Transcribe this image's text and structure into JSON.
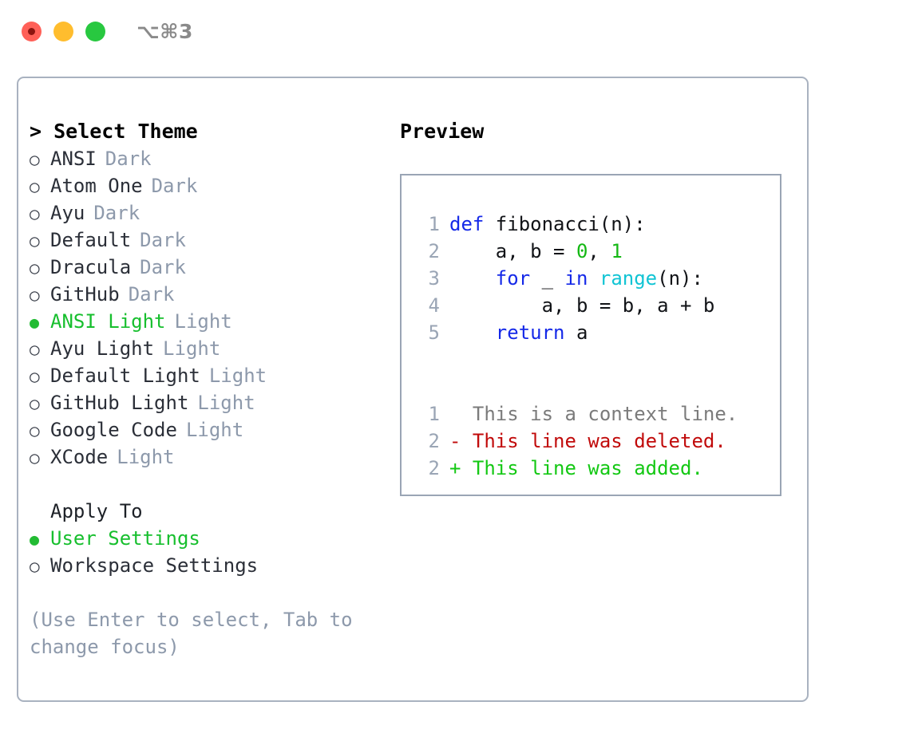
{
  "window": {
    "shortcut_label": "⌥⌘3",
    "traffic_lights": [
      {
        "name": "close-button",
        "color": "#ff6058"
      },
      {
        "name": "minimize-button",
        "color": "#ffbd2e"
      },
      {
        "name": "zoom-button",
        "color": "#28c840"
      }
    ]
  },
  "theme_pane": {
    "heading": "> Select Theme",
    "themes": [
      {
        "bullet": "○",
        "name": "ANSI",
        "kind": "Dark",
        "selected": false
      },
      {
        "bullet": "○",
        "name": "Atom One",
        "kind": "Dark",
        "selected": false
      },
      {
        "bullet": "○",
        "name": "Ayu",
        "kind": "Dark",
        "selected": false
      },
      {
        "bullet": "○",
        "name": "Default",
        "kind": "Dark",
        "selected": false
      },
      {
        "bullet": "○",
        "name": "Dracula",
        "kind": "Dark",
        "selected": false
      },
      {
        "bullet": "○",
        "name": "GitHub",
        "kind": "Dark",
        "selected": false
      },
      {
        "bullet": "●",
        "name": "ANSI Light",
        "kind": "Light",
        "selected": true
      },
      {
        "bullet": "○",
        "name": "Ayu Light",
        "kind": "Light",
        "selected": false
      },
      {
        "bullet": "○",
        "name": "Default Light",
        "kind": "Light",
        "selected": false
      },
      {
        "bullet": "○",
        "name": "GitHub Light",
        "kind": "Light",
        "selected": false
      },
      {
        "bullet": "○",
        "name": "Google Code",
        "kind": "Light",
        "selected": false
      },
      {
        "bullet": "○",
        "name": "XCode",
        "kind": "Light",
        "selected": false
      }
    ],
    "apply_to": {
      "heading": "Apply To",
      "options": [
        {
          "bullet": "●",
          "label": "User Settings",
          "selected": true
        },
        {
          "bullet": "○",
          "label": "Workspace Settings",
          "selected": false
        }
      ]
    },
    "hint": "(Use Enter to select, Tab to change focus)"
  },
  "preview_pane": {
    "heading": "Preview",
    "code_lines": [
      {
        "gutter": "1",
        "tokens": [
          {
            "t": "def",
            "c": "kw"
          },
          {
            "t": " fibonacci(n):",
            "c": "plain"
          }
        ]
      },
      {
        "gutter": "2",
        "tokens": [
          {
            "t": "    a, b = ",
            "c": "plain"
          },
          {
            "t": "0",
            "c": "num"
          },
          {
            "t": ", ",
            "c": "plain"
          },
          {
            "t": "1",
            "c": "num"
          }
        ]
      },
      {
        "gutter": "3",
        "tokens": [
          {
            "t": "    ",
            "c": "plain"
          },
          {
            "t": "for",
            "c": "kw"
          },
          {
            "t": " _ ",
            "c": "plain"
          },
          {
            "t": "in",
            "c": "kw"
          },
          {
            "t": " ",
            "c": "plain"
          },
          {
            "t": "range",
            "c": "fn"
          },
          {
            "t": "(n):",
            "c": "plain"
          }
        ]
      },
      {
        "gutter": "4",
        "tokens": [
          {
            "t": "        a, b = b, a + b",
            "c": "plain"
          }
        ]
      },
      {
        "gutter": "5",
        "tokens": [
          {
            "t": "    ",
            "c": "plain"
          },
          {
            "t": "return",
            "c": "kw"
          },
          {
            "t": " a",
            "c": "plain"
          }
        ]
      }
    ],
    "diff_lines": [
      {
        "gutter": "1",
        "marker": "  ",
        "text": "This is a context line.",
        "kind": "ctx"
      },
      {
        "gutter": "2",
        "marker": "- ",
        "text": "This line was deleted.",
        "kind": "del"
      },
      {
        "gutter": "2",
        "marker": "+ ",
        "text": "This line was added.",
        "kind": "add"
      }
    ]
  },
  "colors": {
    "accent_green": "#17bf2e",
    "muted": "#8d99ab",
    "keyword": "#1529e8",
    "function": "#10c4d4",
    "number": "#14b814",
    "diff_delete": "#c10b0b",
    "diff_add": "#14c814",
    "border": "#a9b2c0"
  }
}
